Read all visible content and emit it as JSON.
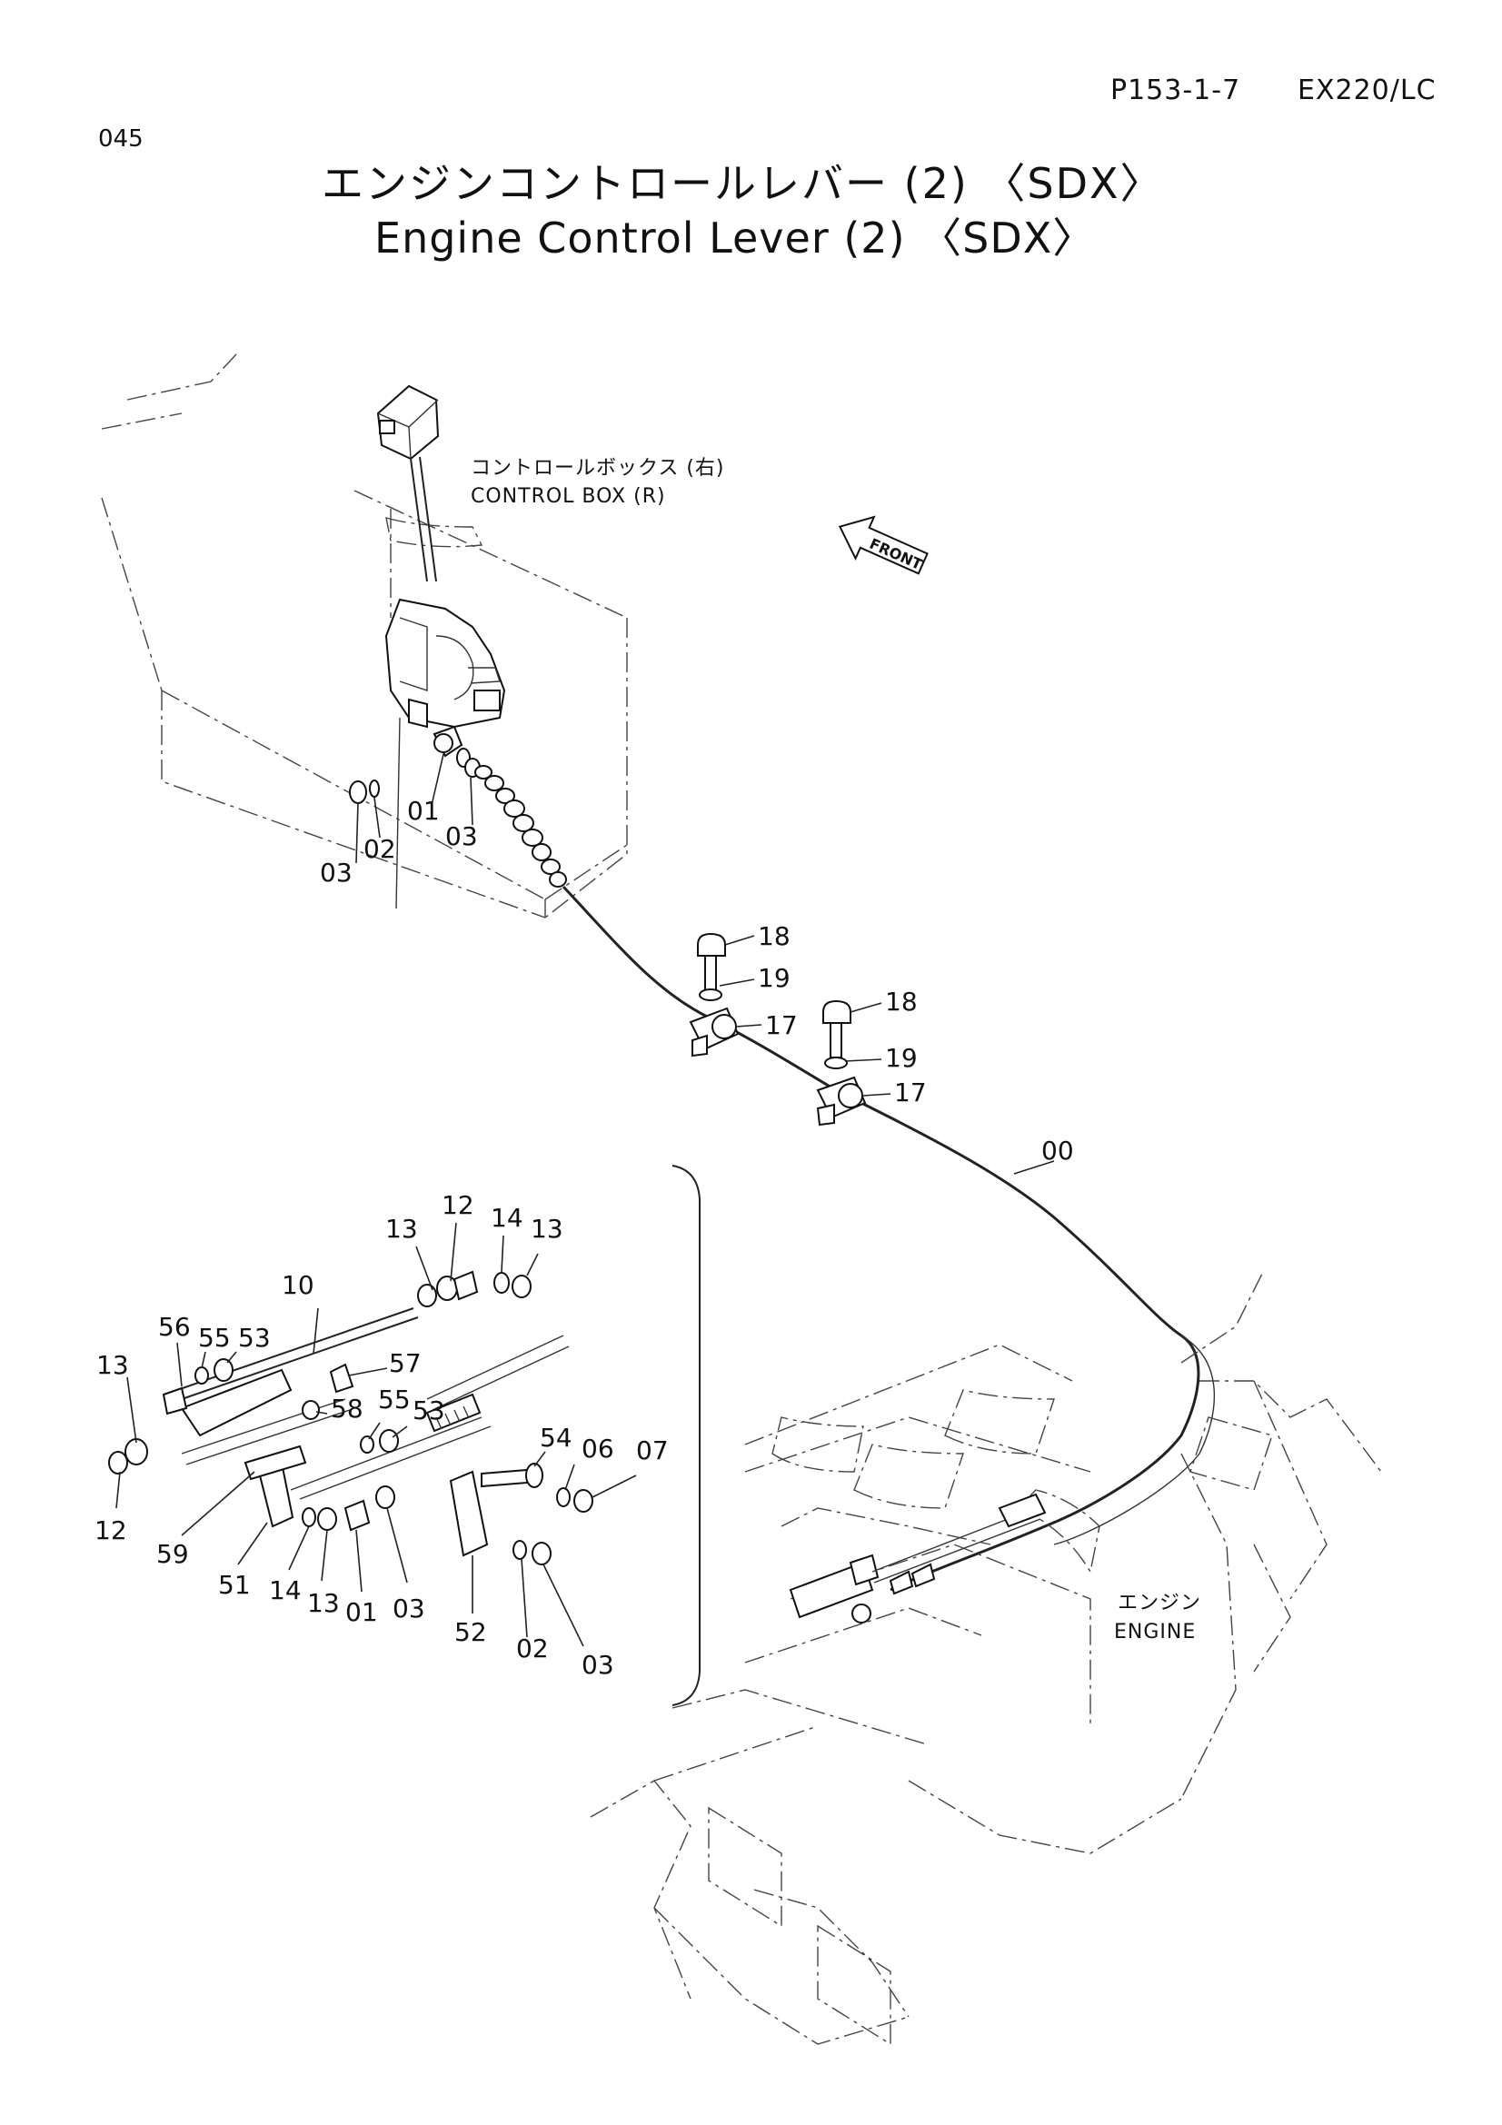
{
  "header": {
    "page_code": "P153-1-7",
    "model": "EX220/LC",
    "page_number": "045"
  },
  "title": {
    "japanese": "エンジンコントロールレバー (2) 〈SDX〉",
    "english": "Engine Control Lever (2) 〈SDX〉"
  },
  "labels": {
    "control_box_jp": "コントロールボックス (右)",
    "control_box_en": "CONTROL BOX (R)",
    "front_arrow": "FRONT",
    "engine_jp": "エンジン",
    "engine_en": "ENGINE"
  },
  "callouts": {
    "c01a": "01",
    "c03a": "03",
    "c02a": "02",
    "c03b": "03",
    "c18a": "18",
    "c19a": "19",
    "c17a": "17",
    "c18b": "18",
    "c19b": "19",
    "c17b": "17",
    "c00": "00",
    "c12a": "12",
    "c13a": "13",
    "c14a": "14",
    "c13b": "13",
    "c10": "10",
    "c56": "56",
    "c55a": "55",
    "c53a": "53",
    "c57": "57",
    "c13c": "13",
    "c58": "58",
    "c55b": "55",
    "c53b": "53",
    "c54": "54",
    "c06": "06",
    "c07": "07",
    "c12b": "12",
    "c59": "59",
    "c51": "51",
    "c14b": "14",
    "c13d": "13",
    "c01b": "01",
    "c03c": "03",
    "c52": "52",
    "c02b": "02",
    "c03d": "03"
  }
}
